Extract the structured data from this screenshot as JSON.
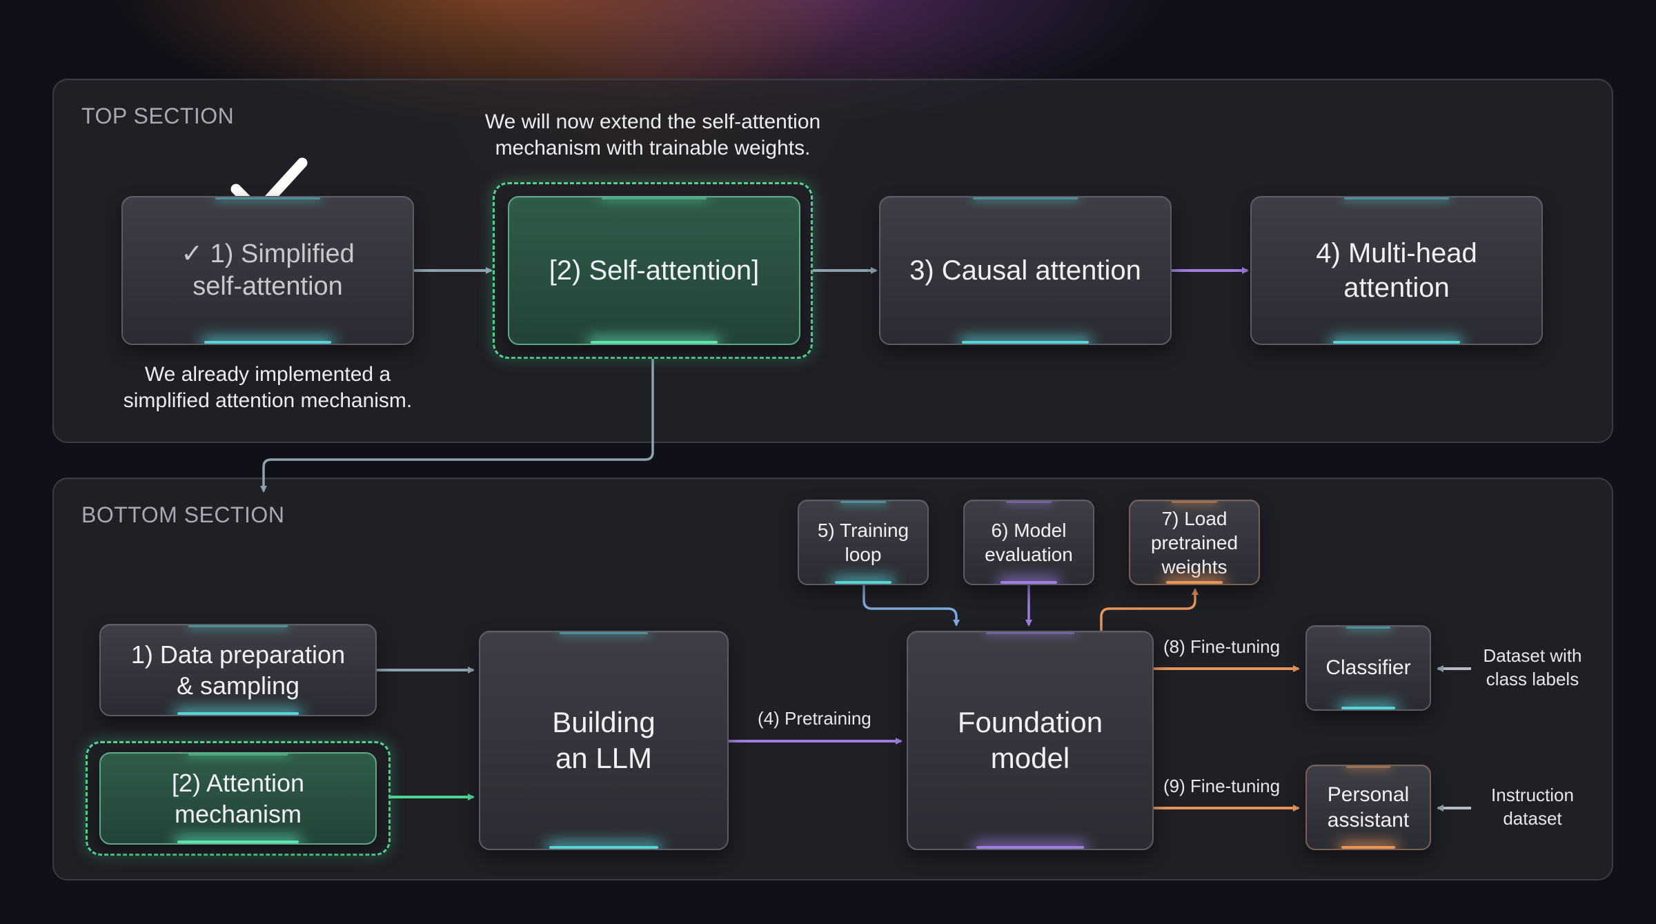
{
  "top_section": {
    "label": "TOP SECTION",
    "caption_top": "We will now extend the self-attention mechanism with trainable weights.",
    "caption_top_line1": "We will now extend the self-attention",
    "caption_top_line2": "mechanism with trainable weights.",
    "caption_bottom_line1": "We already implemented a",
    "caption_bottom_line2": "simplified attention mechanism.",
    "nodes": [
      {
        "line1": "✓ 1) Simplified",
        "line2": "self-attention",
        "status": "completed"
      },
      {
        "line1": "[2) Self-attention]",
        "status": "current"
      },
      {
        "line1": "3) Causal attention"
      },
      {
        "line1": "4) Multi-head",
        "line2": "attention"
      }
    ]
  },
  "bottom_section": {
    "label": "BOTTOM SECTION",
    "nodes": {
      "data_prep": {
        "line1": "1) Data preparation",
        "line2": "& sampling"
      },
      "attention": {
        "line1": "[2) Attention",
        "line2": "mechanism"
      },
      "building": {
        "line1": "Building",
        "line2": "an LLM"
      },
      "foundation": {
        "line1": "Foundation",
        "line2": "model"
      },
      "training": {
        "line1": "5) Training",
        "line2": "loop"
      },
      "evaluation": {
        "line1": "6) Model",
        "line2": "evaluation"
      },
      "load_weights": {
        "line1": "7) Load",
        "line2": "pretrained",
        "line3": "weights"
      },
      "classifier": {
        "line1": "Classifier"
      },
      "assistant": {
        "line1": "Personal",
        "line2": "assistant"
      }
    },
    "edge_labels": {
      "pretraining": "(4) Pretraining",
      "finetune_8": "(8) Fine-tuning",
      "finetune_9": "(9) Fine-tuning"
    },
    "side_labels": {
      "classifier_input_line1": "Dataset with",
      "classifier_input_line2": "class labels",
      "assistant_input_line1": "Instruction",
      "assistant_input_line2": "dataset"
    }
  },
  "colors": {
    "teal": "#58d3d6",
    "green": "#4fd58f",
    "purple": "#a07de0",
    "orange": "#e8955a",
    "wire": "#8fa3ad"
  },
  "icons": [
    "checkmark-icon"
  ]
}
